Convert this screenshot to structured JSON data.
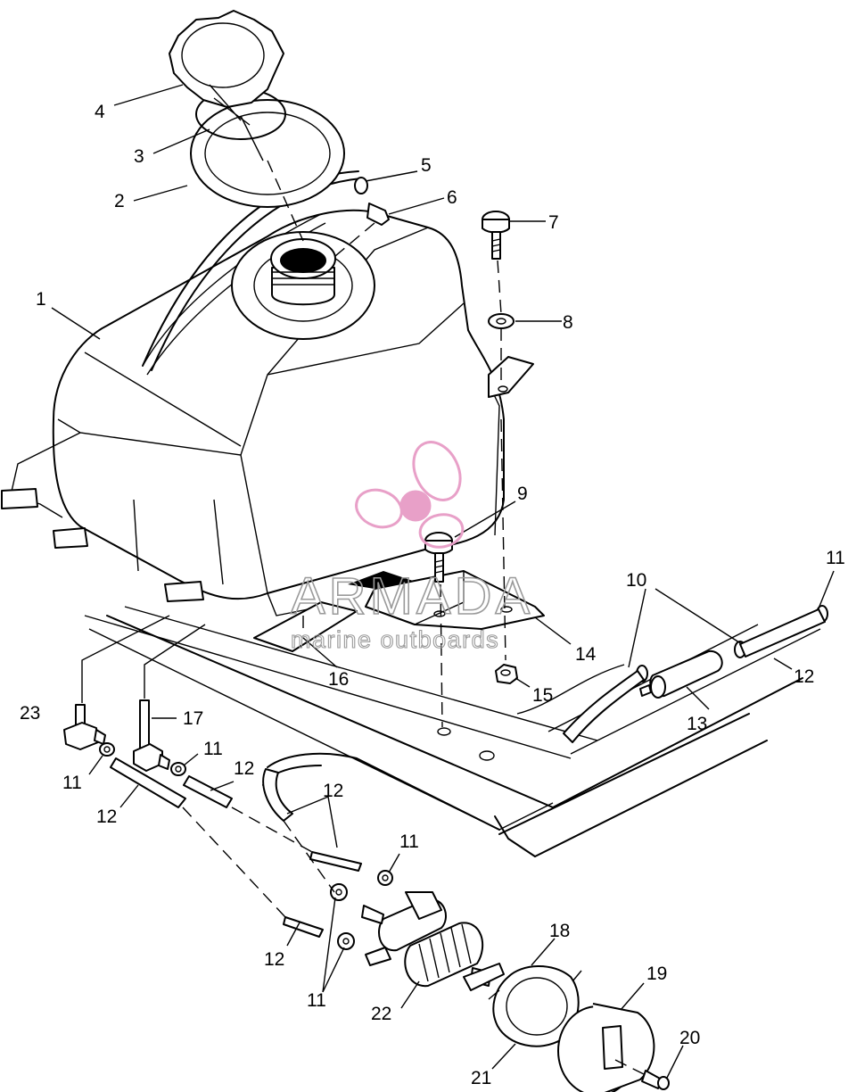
{
  "watermark": {
    "brand": "ARMADA",
    "tagline": "marine outboards",
    "color": "#e8a0c8"
  },
  "callouts": [
    {
      "id": "c1",
      "text": "1"
    },
    {
      "id": "c2",
      "text": "2"
    },
    {
      "id": "c3",
      "text": "3"
    },
    {
      "id": "c4",
      "text": "4"
    },
    {
      "id": "c5",
      "text": "5"
    },
    {
      "id": "c6",
      "text": "6"
    },
    {
      "id": "c7",
      "text": "7"
    },
    {
      "id": "c8",
      "text": "8"
    },
    {
      "id": "c9",
      "text": "9"
    },
    {
      "id": "c10",
      "text": "10"
    },
    {
      "id": "c11a",
      "text": "11"
    },
    {
      "id": "c12a",
      "text": "12"
    },
    {
      "id": "c13",
      "text": "13"
    },
    {
      "id": "c14",
      "text": "14"
    },
    {
      "id": "c15",
      "text": "15"
    },
    {
      "id": "c16",
      "text": "16"
    },
    {
      "id": "c23",
      "text": "23"
    },
    {
      "id": "c17",
      "text": "17"
    },
    {
      "id": "c11b",
      "text": "11"
    },
    {
      "id": "c12b",
      "text": "12"
    },
    {
      "id": "c11c",
      "text": "11"
    },
    {
      "id": "c12c",
      "text": "12"
    },
    {
      "id": "c12d",
      "text": "12"
    },
    {
      "id": "c11d",
      "text": "11"
    },
    {
      "id": "c12e",
      "text": "12"
    },
    {
      "id": "c11e",
      "text": "11"
    },
    {
      "id": "c22",
      "text": "22"
    },
    {
      "id": "c18",
      "text": "18"
    },
    {
      "id": "c19",
      "text": "19"
    },
    {
      "id": "c20",
      "text": "20"
    },
    {
      "id": "c21",
      "text": "21"
    }
  ]
}
